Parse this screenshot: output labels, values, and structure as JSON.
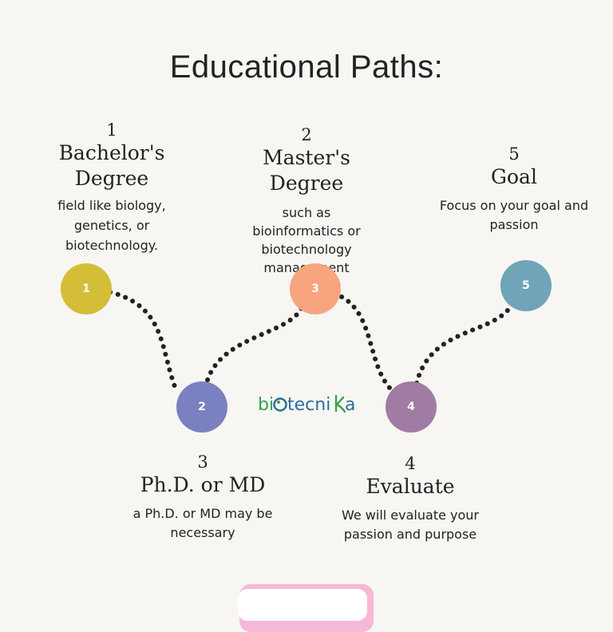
{
  "title": "Educational Paths:",
  "logo_text": "biotecnika",
  "steps": [
    {
      "num": "1",
      "title_lines": [
        "Bachelor's",
        "Degree"
      ],
      "desc_lines": [
        "field like biology,",
        "genetics, or",
        "biotechnology."
      ]
    },
    {
      "num": "2",
      "title_lines": [
        "Master's Degree"
      ],
      "desc_lines": [
        "such as",
        "bioinformatics or",
        "biotechnology",
        "management"
      ]
    },
    {
      "num": "3",
      "title_lines": [
        "Ph.D. or MD"
      ],
      "desc_lines": [
        "a Ph.D. or MD may be",
        "necessary"
      ]
    },
    {
      "num": "4",
      "title_lines": [
        "Evaluate"
      ],
      "desc_lines": [
        "We will evaluate your",
        "passion and purpose"
      ]
    },
    {
      "num": "5",
      "title_lines": [
        "Goal"
      ],
      "desc_lines": [
        "Focus on your goal and",
        "passion"
      ]
    }
  ],
  "nodes": [
    {
      "label": "1",
      "color": "#d4bd37"
    },
    {
      "label": "2",
      "color": "#7b80c0"
    },
    {
      "label": "3",
      "color": "#f8a57f"
    },
    {
      "label": "4",
      "color": "#a07ba4"
    },
    {
      "label": "5",
      "color": "#6fa4b9"
    }
  ],
  "colors": {
    "background": "#f7f6f2",
    "path_dots": "#222222",
    "logo_green": "#3aa24a",
    "logo_blue": "#2b6e9e"
  }
}
